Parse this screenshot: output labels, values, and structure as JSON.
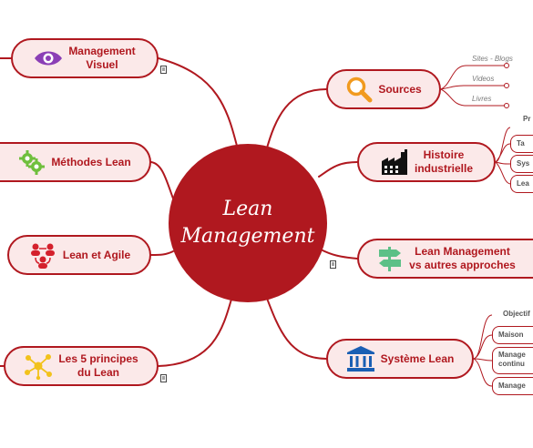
{
  "center": {
    "line1": "Lean",
    "line2": "Management"
  },
  "nodes": {
    "management_visuel": {
      "line1": "Management",
      "line2": "Visuel",
      "icon": "eye-icon"
    },
    "methodes_lean": {
      "line1": "Méthodes Lean",
      "icon": "gears-icon"
    },
    "lean_agile": {
      "line1": "Lean et Agile",
      "icon": "team-icon"
    },
    "principes": {
      "line1": "Les 5 principes",
      "line2": "du Lean",
      "icon": "network-icon"
    },
    "sources": {
      "line1": "Sources",
      "icon": "magnifier-icon"
    },
    "histoire": {
      "line1": "Histoire",
      "line2": "industrielle",
      "icon": "factory-icon"
    },
    "lean_vs": {
      "line1": "Lean Management",
      "line2": "vs autres approches",
      "icon": "signpost-icon"
    },
    "systeme": {
      "line1": "Système Lean",
      "icon": "institution-icon"
    }
  },
  "sources_children": [
    "Sites - Blogs",
    "Videos",
    "Livres"
  ],
  "histoire_children": [
    "Pr",
    "Ta",
    "Sys",
    "Lea"
  ],
  "systeme_children": [
    "Objectif",
    "Maison",
    "Manage",
    "continu",
    "Manage"
  ],
  "colors": {
    "accent": "#b0181f",
    "node_fill": "#fbe9e9"
  }
}
